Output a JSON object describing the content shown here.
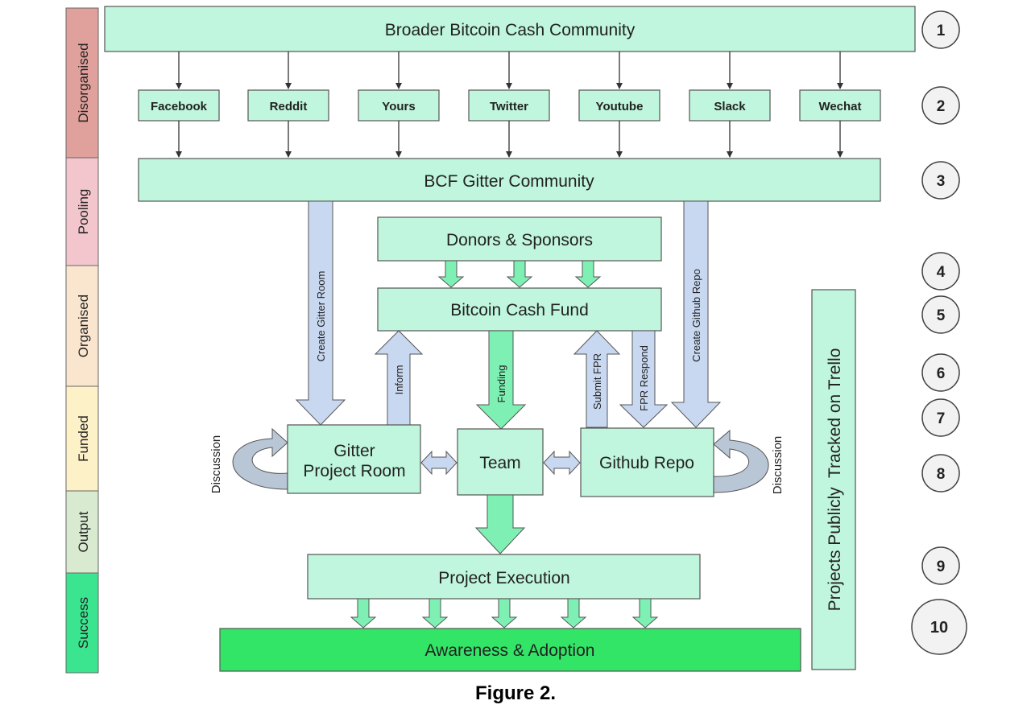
{
  "caption": "Figure 2.",
  "colors": {
    "box_fill": "#c0f6dd",
    "box_stroke": "#555555",
    "success_fill": "#33e566",
    "blue_arrow": "#c9d8f1",
    "green_arrow": "#7ff0b4",
    "loop_arrow": "#b9c6d6",
    "stage_disorganised": "#e0a09b",
    "stage_pooling": "#f2c6cc",
    "stage_organised": "#fae6cf",
    "stage_funded": "#fdf1c8",
    "stage_output": "#d8ead0",
    "stage_success": "#3be58f"
  },
  "stages": [
    "Disorganised",
    "Pooling",
    "Organised",
    "Funded",
    "Output",
    "Success"
  ],
  "boxes": {
    "community": "Broader Bitcoin Cash Community",
    "channels": [
      "Facebook",
      "Reddit",
      "Yours",
      "Twitter",
      "Youtube",
      "Slack",
      "Wechat"
    ],
    "gitter_community": "BCF Gitter Community",
    "donors": "Donors & Sponsors",
    "fund": "Bitcoin Cash Fund",
    "gitter_room_line1": "Gitter",
    "gitter_room_line2": "Project Room",
    "team": "Team",
    "github_repo": "Github Repo",
    "execution": "Project Execution",
    "awareness": "Awareness & Adoption",
    "trello": "Projects Publicly  Tracked on Trello"
  },
  "arrow_labels": {
    "create_gitter_room": "Create Gitter Room",
    "inform": "Inform",
    "funding": "Funding",
    "submit_fpr": "Submit FPR",
    "fpr_respond": "FPR Respond",
    "create_github_repo": "Create Github Repo",
    "discussion_left": "Discussion",
    "discussion_right": "Discussion"
  },
  "step_numbers": [
    "1",
    "2",
    "3",
    "4",
    "5",
    "6",
    "7",
    "8",
    "9",
    "10"
  ]
}
